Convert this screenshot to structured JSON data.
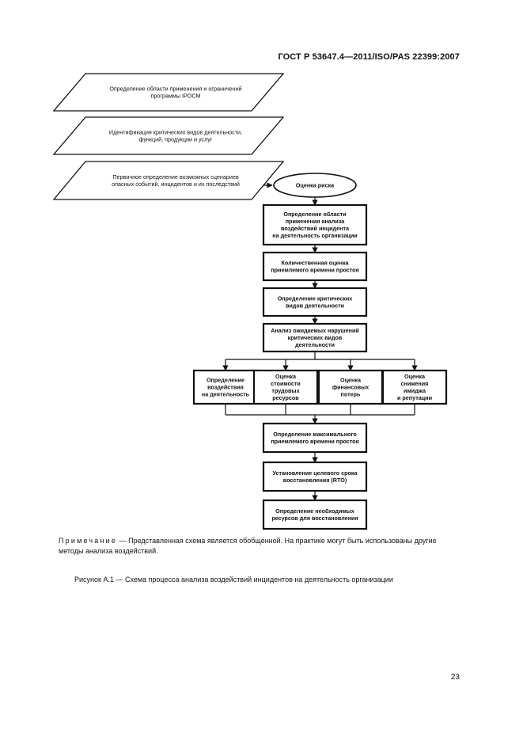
{
  "header": {
    "standard": "ГОСТ Р 53647.4—2011/ISO/PAS 22399:2007"
  },
  "flowchart": {
    "parallelograms": [
      [
        "Определение области применения и ограничений",
        "программы IPOCM"
      ],
      [
        "Идентификация критических видов деятельности,",
        "функций, продукции и услуг"
      ],
      [
        "Первичное определение возможных сценариев",
        "опасных событий, инцидентов и их последствий"
      ]
    ],
    "risk_oval": "Оценка риска",
    "steps": [
      [
        "Определение области",
        "применения анализа",
        "воздействий инцидента",
        "на деятельность организации"
      ],
      [
        "Количественная оценка",
        "приемлемого времени простоя"
      ],
      [
        "Определение критических",
        "видов деятельности"
      ],
      [
        "Анализ ожидаемых нарушений",
        "критических видов",
        "деятельности"
      ]
    ],
    "branches": [
      [
        "Определение",
        "воздействия",
        "на деятельность"
      ],
      [
        "Оценка",
        "стоимости",
        "трудовых",
        "ресурсов"
      ],
      [
        "Оценка",
        "финансовых",
        "потерь"
      ],
      [
        "Оценка",
        "снижения",
        "имиджа",
        "и репутации"
      ]
    ],
    "final_steps": [
      [
        "Определение максимального",
        "приемлемого времени простоя"
      ],
      [
        "Установление целевого срока",
        "восстановления (RTO)"
      ],
      [
        "Определение необходимых",
        "ресурсов для восстановления"
      ]
    ]
  },
  "note": {
    "lead": "Примечание",
    "text": " — Представленная схема является обобщенной. На практике могут быть использованы другие методы анализа воздействий."
  },
  "caption": "Рисунок А.1 — Схема процесса анализа воздействий инцидентов на деятельность организации",
  "page_number": "23"
}
